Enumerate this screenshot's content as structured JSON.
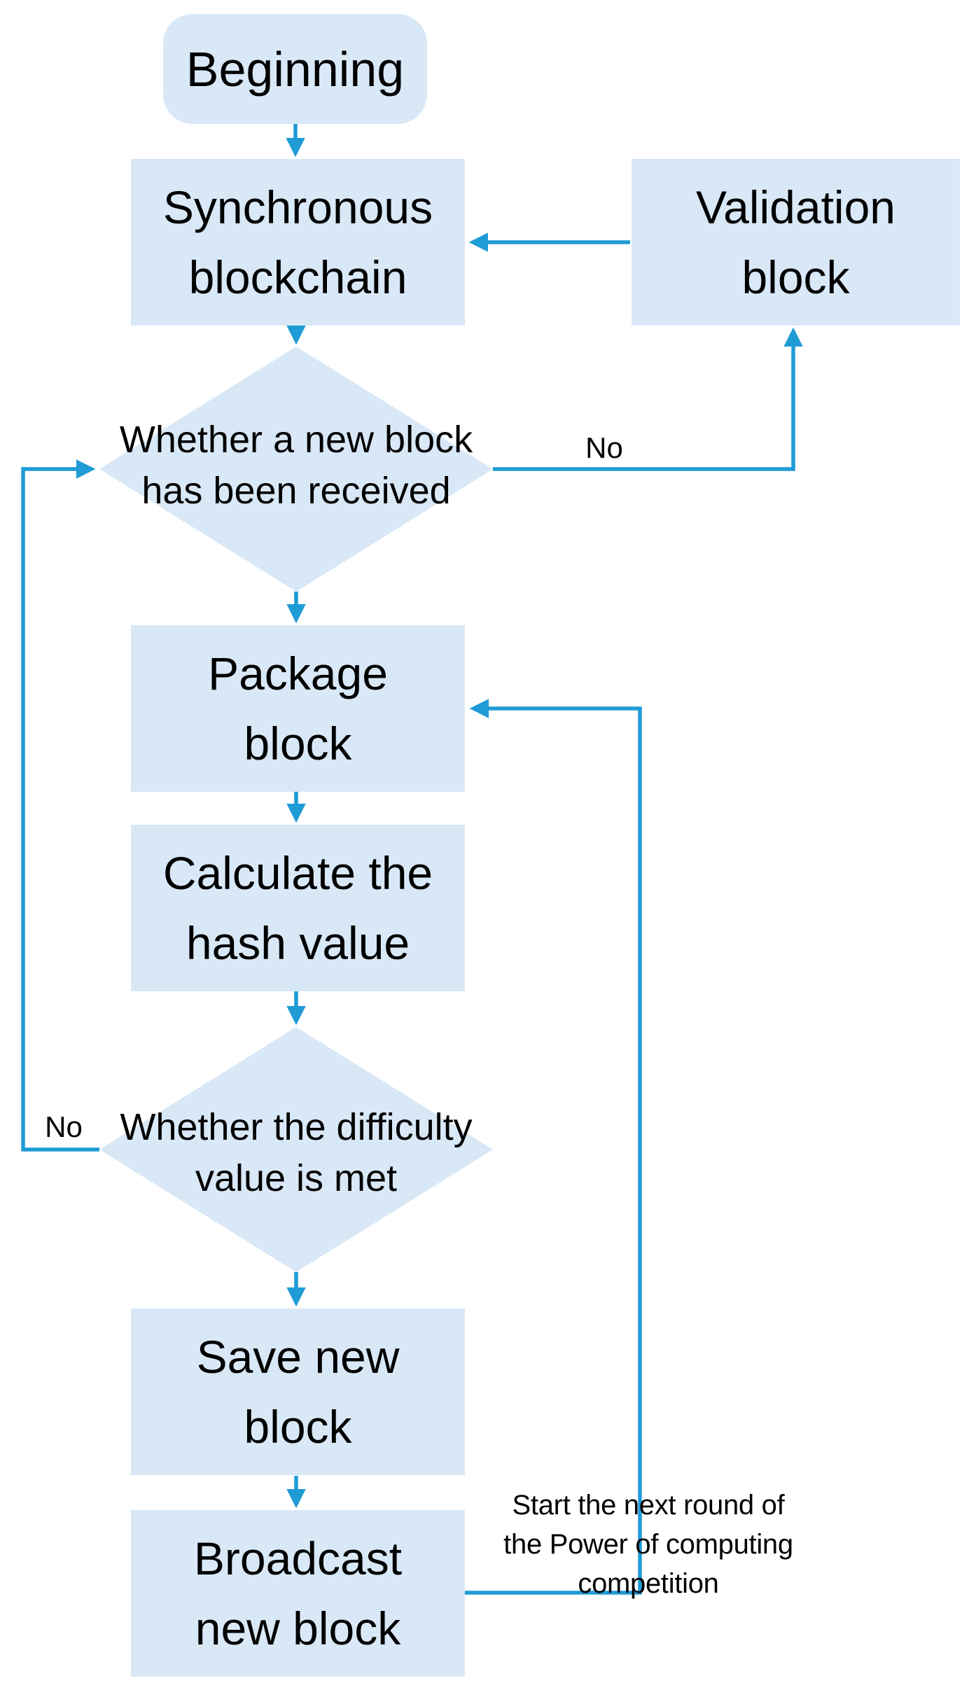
{
  "figure": {
    "background": "#ffffff",
    "accent": "#1f9bd6",
    "node_fill": "#d9e8f6",
    "text_color": "#000000"
  },
  "nodes": {
    "beginning": {
      "label": "Beginning"
    },
    "sync": {
      "line1": "Synchronous",
      "line2": "blockchain"
    },
    "validation": {
      "line1": "Validation",
      "line2": "block"
    },
    "decision1": {
      "line1": "Whether a new block",
      "line2": "has been received"
    },
    "package": {
      "line1": "Package",
      "line2": "block"
    },
    "calculate": {
      "line1": "Calculate the",
      "line2": "hash value"
    },
    "decision2": {
      "line1": "Whether the difficulty",
      "line2": "value is met"
    },
    "save": {
      "line1": "Save new",
      "line2": "block"
    },
    "broadcast": {
      "line1": "Broadcast",
      "line2": "new block"
    }
  },
  "labels": {
    "no1": "No",
    "no2": "No",
    "caption_line1": "Start the next round of",
    "caption_line2": "the Power of computing",
    "caption_line3": "competition"
  }
}
